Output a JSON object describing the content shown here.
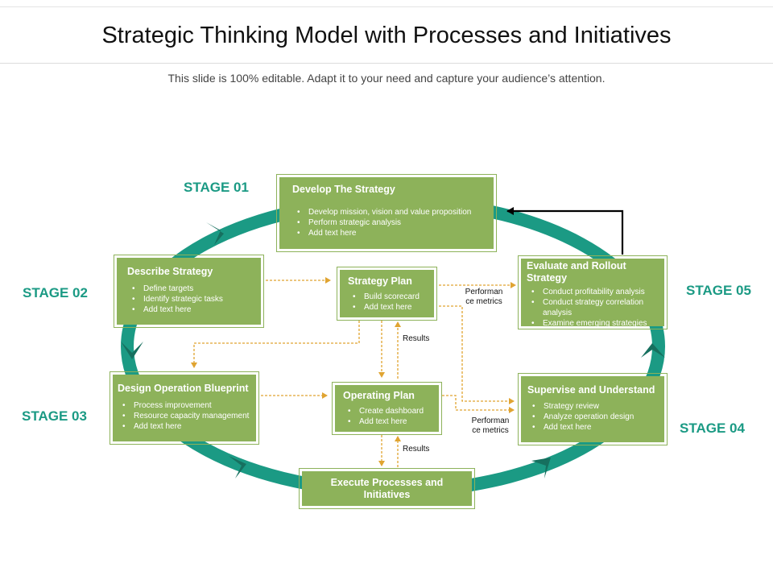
{
  "title": "Strategic Thinking Model with Processes and Initiatives",
  "subtitle": "This slide is 100% editable. Adapt it to your need and capture your audience’s attention.",
  "colors": {
    "ring": "#1b9a84",
    "box": "#8db25a",
    "connector": "#e0a431",
    "stage_text": "#1b9a84"
  },
  "stages": [
    "STAGE 01",
    "STAGE 02",
    "STAGE 03",
    "STAGE 04",
    "STAGE 05"
  ],
  "boxes": {
    "develop": {
      "title": "Develop The Strategy",
      "bullets": [
        "Develop mission, vision and value proposition",
        "Perform strategic analysis",
        "Add text here"
      ]
    },
    "describe": {
      "title": "Describe Strategy",
      "bullets": [
        "Define targets",
        "Identify strategic tasks",
        "Add text here"
      ]
    },
    "design": {
      "title": "Design Operation Blueprint",
      "bullets": [
        "Process improvement",
        "Resource capacity management",
        "Add text here"
      ]
    },
    "strategy_plan": {
      "title": "Strategy Plan",
      "bullets": [
        "Build scorecard",
        "Add text here"
      ]
    },
    "operating_plan": {
      "title": "Operating Plan",
      "bullets": [
        "Create dashboard",
        "Add text here"
      ]
    },
    "execute": {
      "title": "Execute Processes and Initiatives"
    },
    "evaluate": {
      "title": "Evaluate and Rollout Strategy",
      "bullets": [
        "Conduct profitability analysis",
        "Conduct strategy correlation analysis",
        "Examine emerging strategies"
      ]
    },
    "supervise": {
      "title": "Supervise and Understand",
      "bullets": [
        "Strategy review",
        "Analyze operation design",
        "Add text here"
      ]
    }
  },
  "labels": {
    "results_1": "Results",
    "results_2": "Results",
    "perf_1": "Performan ce metrics",
    "perf_2": "Performan ce metrics"
  }
}
